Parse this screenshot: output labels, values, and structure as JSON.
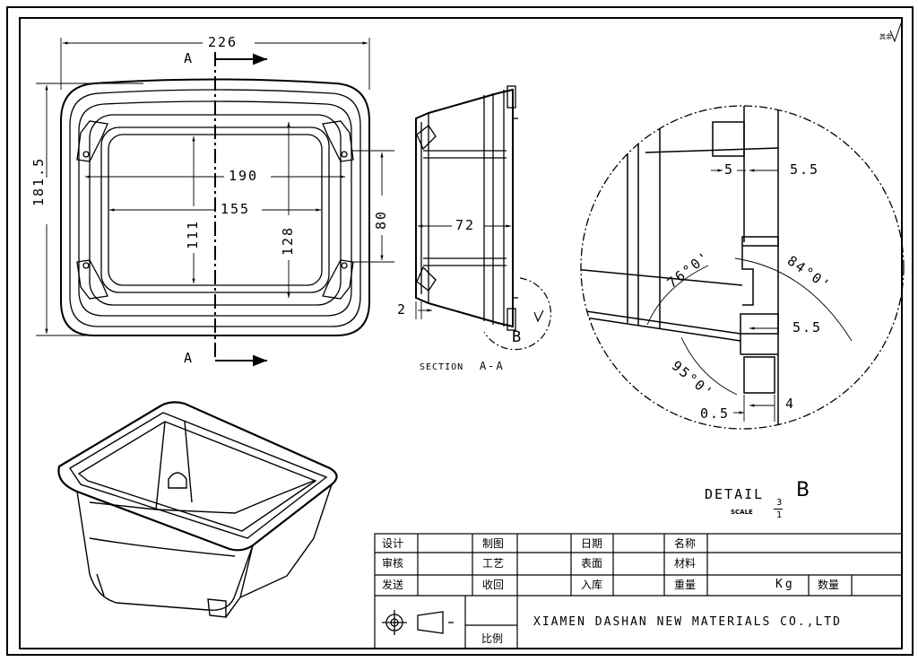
{
  "surface_mark": "其余",
  "view_top": {
    "dim_overall_width": "226",
    "dim_overall_height": "181.5",
    "dim_inner_width": "190",
    "dim_floor_width": "155",
    "dim_floor_height": "111",
    "dim_inner_height": "128",
    "dim_side_height": "80",
    "section_label_top": "A",
    "section_label_bottom": "A"
  },
  "view_section": {
    "dim_depth": "72",
    "dim_wall": "2",
    "detail_marker": "B",
    "caption": "SECTION",
    "caption_id": "A-A"
  },
  "view_detail": {
    "dim_5": "5",
    "dim_5_5_top": "5.5",
    "dim_5_5_mid": "5.5",
    "dim_0_5": "0.5",
    "dim_4": "4",
    "angle_76": "76°0'",
    "angle_84": "84°0'",
    "angle_95": "95°0'",
    "title": "DETAIL",
    "title_id": "B",
    "scale_label": "SCALE",
    "scale_num": "3",
    "scale_den": "1"
  },
  "title_block": {
    "design": "设计",
    "review": "审核",
    "send": "发送",
    "drawing": "制图",
    "process": "工艺",
    "receive": "收回",
    "date": "日期",
    "surface": "表面",
    "stock_in": "入库",
    "name": "名称",
    "material": "材料",
    "weight": "重量",
    "weight_unit": "Kg",
    "quantity": "数量",
    "scale": "比例",
    "company": "XIAMEN DASHAN NEW MATERIALS CO.,LTD"
  }
}
